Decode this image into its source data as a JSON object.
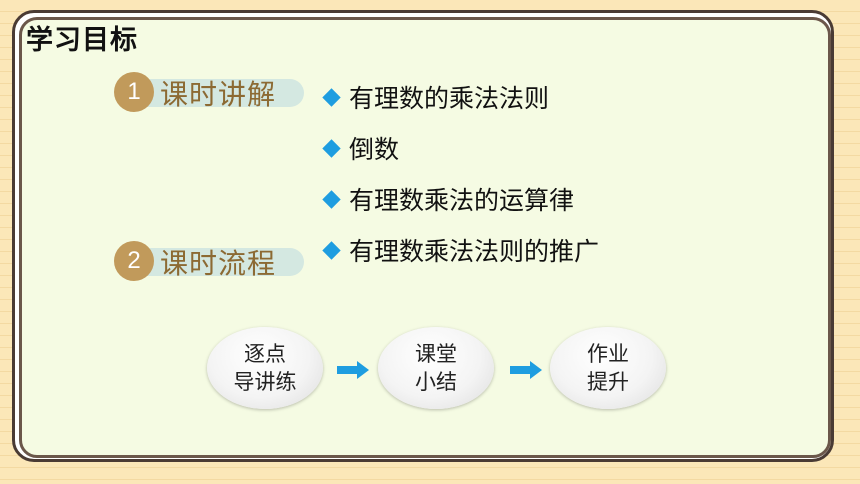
{
  "title": "学习目标",
  "sections": [
    {
      "number": "1",
      "label": "课时讲解"
    },
    {
      "number": "2",
      "label": "课时流程"
    }
  ],
  "bullets": [
    "有理数的乘法法则",
    "倒数",
    "有理数乘法的运算律",
    "有理数乘法法则的推广"
  ],
  "flow": [
    {
      "line1": "逐点",
      "line2": "导讲练"
    },
    {
      "line1": "课堂",
      "line2": "小结"
    },
    {
      "line1": "作业",
      "line2": "提升"
    }
  ],
  "colors": {
    "accent_blue": "#1e9de0",
    "badge_gold": "#c19a5b",
    "label_brown": "#8c6a33",
    "pill_bg": "#d4e8e1"
  }
}
